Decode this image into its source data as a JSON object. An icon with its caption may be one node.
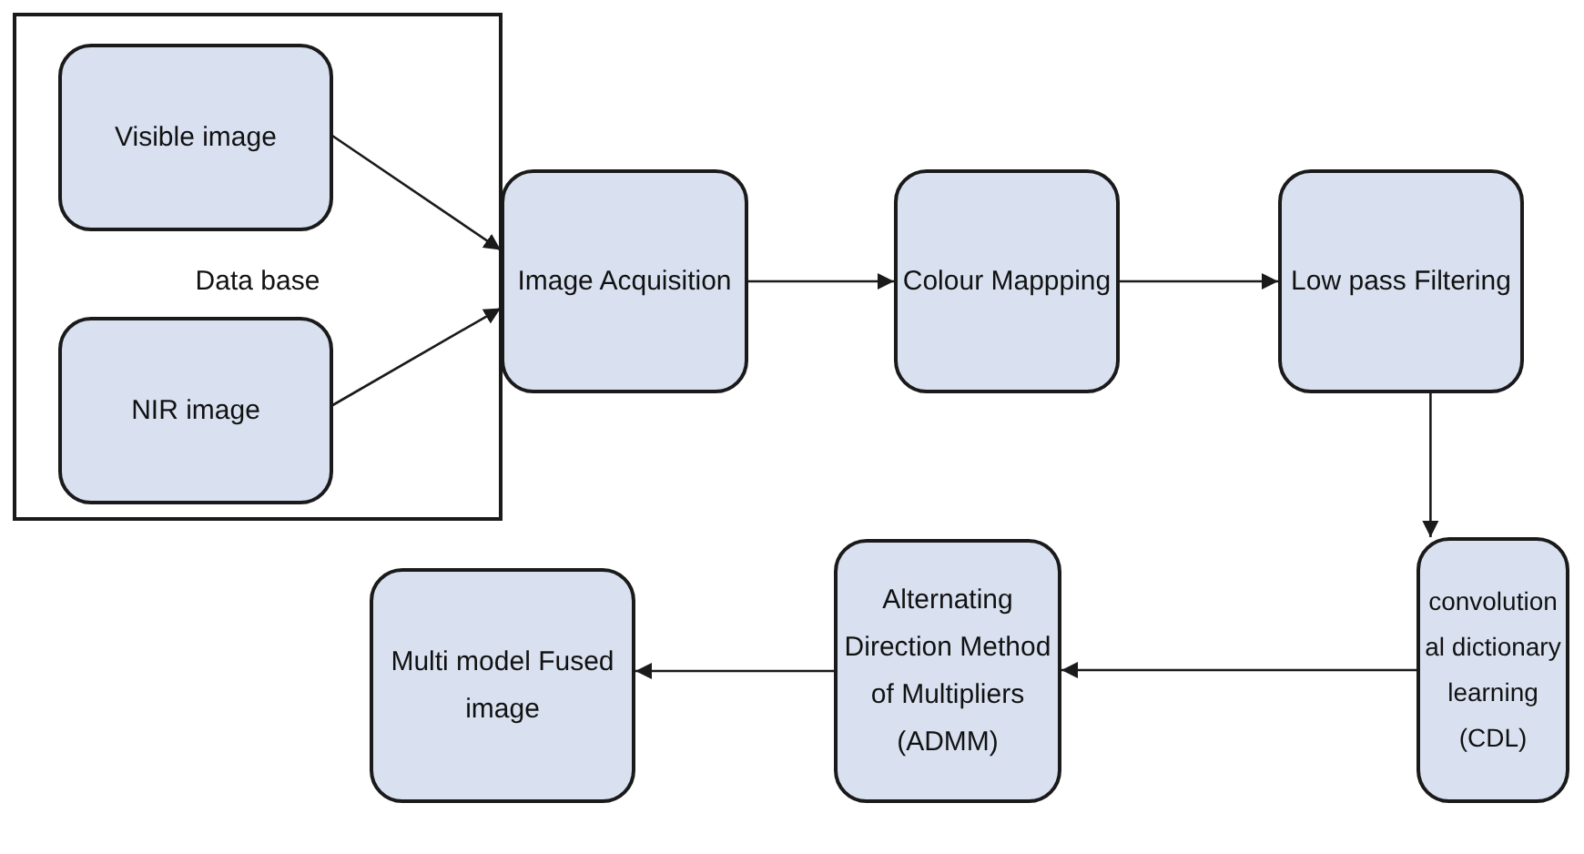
{
  "diagram": {
    "nodes": [
      {
        "text": [
          "Data base"
        ]
      },
      {
        "text": [
          "Visible image"
        ],
        "in": 0
      },
      {
        "text": [
          "NIR image"
        ],
        "in": 0
      },
      {
        "text": [
          "Image Acquisition"
        ]
      },
      {
        "text": [
          "Colour Mappping"
        ]
      },
      {
        "text": [
          "Low pass Filtering"
        ]
      },
      {
        "text": [
          "convolution al dictionary learning (CDL)"
        ]
      },
      {
        "text": [
          "Alternating Direction Method of Multipliers (ADMM)"
        ]
      },
      {
        "text": [
          "Multi model Fused image"
        ]
      }
    ],
    "edges": [
      {
        "from": 1,
        "to": 3,
        "arrow": "to"
      },
      {
        "from": 2,
        "to": 3,
        "arrow": "to"
      },
      {
        "from": 3,
        "to": 4,
        "arrow": "to"
      },
      {
        "from": 4,
        "to": 5,
        "arrow": "to"
      },
      {
        "from": 5,
        "to": 6,
        "arrow": "to"
      },
      {
        "from": 6,
        "to": 7,
        "arrow": "to"
      },
      {
        "from": 7,
        "to": 8,
        "arrow": "to"
      }
    ]
  }
}
